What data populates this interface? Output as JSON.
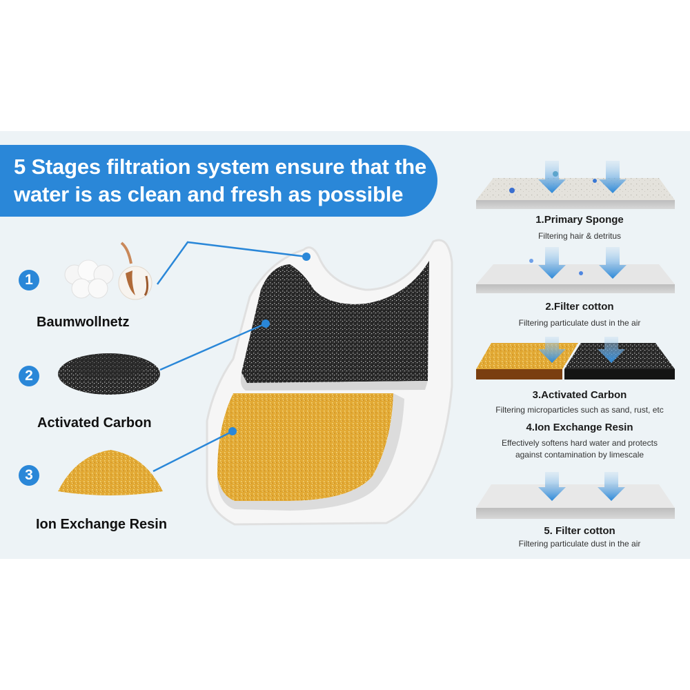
{
  "banner": {
    "line1": "5 Stages filtration system ensure that the",
    "line2": "water is as clean and fresh as possible"
  },
  "materials": [
    {
      "number": "1",
      "label": "Baumwollnetz",
      "image": "cotton-boll"
    },
    {
      "number": "2",
      "label": "Activated Carbon",
      "image": "carbon-granules-pile"
    },
    {
      "number": "3",
      "label": "Ion Exchange Resin",
      "image": "resin-beads-pile"
    }
  ],
  "stages": [
    {
      "title": "1.Primary Sponge",
      "desc": "Filtering hair & detritus"
    },
    {
      "title": "2.Filter cotton",
      "desc": "Filtering particulate dust in the air"
    },
    {
      "title": "3.Activated Carbon",
      "desc": "Filtering microparticles such as sand, rust, etc"
    },
    {
      "title": "4.Ion Exchange Resin",
      "desc_line1": "Effectively softens hard water and protects",
      "desc_line2": "against contamination by limescale"
    },
    {
      "title": "5. Filter cotton",
      "desc": "Filtering particulate dust in the air"
    }
  ],
  "colors": {
    "accent_blue": "#2a87d8",
    "panel_bg": "#edf3f6",
    "carbon": "#2b2b2b",
    "resin": "#e3a82a"
  }
}
